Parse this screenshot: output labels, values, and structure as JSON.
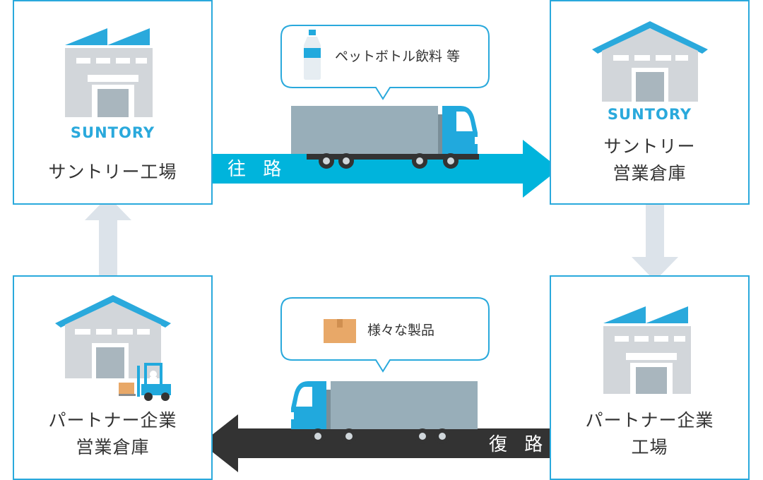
{
  "nodes": {
    "suntory_factory": {
      "brand": "SUNTORY",
      "label": "サントリー工場"
    },
    "suntory_warehouse": {
      "brand": "SUNTORY",
      "label_line1": "サントリー",
      "label_line2": "営業倉庫"
    },
    "partner_factory": {
      "label_line1": "パートナー企業",
      "label_line2": "工場"
    },
    "partner_warehouse": {
      "label_line1": "パートナー企業",
      "label_line2": "営業倉庫"
    }
  },
  "routes": {
    "outbound": {
      "label": "往 路",
      "cargo": "ペットボトル飲料 等"
    },
    "return": {
      "label": "復 路",
      "cargo": "様々な製品"
    }
  },
  "colors": {
    "border": "#2aa9dc",
    "outbound_arrow": "#00b4dc",
    "return_arrow": "#333333",
    "connector_arrow": "#dce3ea",
    "building": "#d2d6da",
    "roof": "#2aa9dc",
    "truck_cargo": "#98aeb9",
    "truck_cab": "#21a9dd"
  },
  "icons": [
    "factory-icon",
    "warehouse-icon",
    "truck-icon",
    "bottle-icon",
    "box-icon",
    "forklift-icon"
  ]
}
